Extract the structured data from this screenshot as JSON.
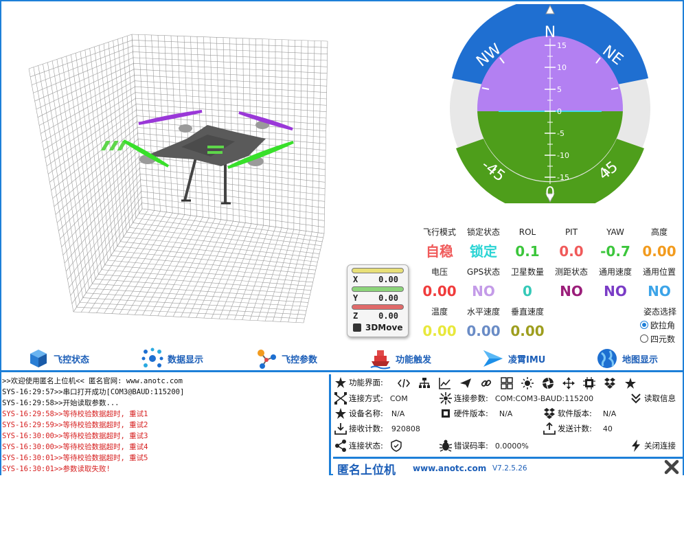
{
  "horizon": {
    "cardinals": [
      "N",
      "NE",
      "NW"
    ],
    "roll_labels": [
      "45",
      "-45",
      "0"
    ],
    "pitch_ticks": [
      "15",
      "10",
      "5",
      "0",
      "-5",
      "-10",
      "-15"
    ],
    "colors": {
      "sky": "#b380f2",
      "ground": "#4e9e1b",
      "ring_top": "#1f6fd1",
      "ring_bottom": "#4e9e1b",
      "ring_side": "#e8e8e8",
      "horizon_line": "#42d7f0"
    }
  },
  "telemetry": {
    "row1": [
      {
        "label": "飞行模式",
        "value": "自稳",
        "color": "#f05a5a"
      },
      {
        "label": "锁定状态",
        "value": "锁定",
        "color": "#2ad4d4"
      },
      {
        "label": "ROL",
        "value": "0.1",
        "color": "#3cc63c"
      },
      {
        "label": "PIT",
        "value": "0.0",
        "color": "#f05a5a"
      },
      {
        "label": "YAW",
        "value": "-0.7",
        "color": "#3cc63c"
      },
      {
        "label": "高度",
        "value": "0.00",
        "color": "#f29b1e"
      }
    ],
    "row2": [
      {
        "label": "电压",
        "value": "0.00",
        "color": "#f03c3c"
      },
      {
        "label": "GPS状态",
        "value": "NO",
        "color": "#c49be8"
      },
      {
        "label": "卫星数量",
        "value": "0",
        "color": "#35c9b8"
      },
      {
        "label": "测距状态",
        "value": "NO",
        "color": "#9b1e7a"
      },
      {
        "label": "通用速度",
        "value": "NO",
        "color": "#7a3cc6"
      },
      {
        "label": "通用位置",
        "value": "NO",
        "color": "#3ca4e8"
      }
    ],
    "row3": [
      {
        "label": "温度",
        "value": "0.00",
        "color": "#e8e83c"
      },
      {
        "label": "水平速度",
        "value": "0.00",
        "color": "#6a8cc6"
      },
      {
        "label": "垂直速度",
        "value": "0.00",
        "color": "#9e9e1e"
      }
    ]
  },
  "xyz": {
    "x_label": "X",
    "x_value": "0.00",
    "y_label": "Y",
    "y_value": "0.00",
    "z_label": "Z",
    "z_value": "0.00",
    "mode_label": "3DMove",
    "bar_colors": [
      "#e8e078",
      "#8cd47a",
      "#e06a6a"
    ]
  },
  "posture": {
    "title": "姿态选择",
    "options": [
      {
        "label": "欧拉角",
        "selected": true
      },
      {
        "label": "四元数",
        "selected": false
      }
    ]
  },
  "nav": [
    {
      "label": "飞控状态",
      "icon": "cube-icon"
    },
    {
      "label": "数据显示",
      "icon": "molecule-icon"
    },
    {
      "label": "飞控参数",
      "icon": "network-icon"
    },
    {
      "label": "功能触发",
      "icon": "ship-icon"
    },
    {
      "label": "凌霄IMU",
      "icon": "plane-arrow-icon"
    },
    {
      "label": "地图显示",
      "icon": "globe-icon"
    }
  ],
  "log": [
    {
      "text": ">>欢迎使用匿名上位机<<  匿名官网: www.anotc.com",
      "color": "#111111"
    },
    {
      "text": "SYS-16:29:57>>串口打开成功[COM3@BAUD:115200]",
      "color": "#111111"
    },
    {
      "text": "SYS-16:29:58>>开始读取参数...",
      "color": "#111111"
    },
    {
      "text": "SYS-16:29:58>>等待校验数据超时, 重试1",
      "color": "#d61e1e"
    },
    {
      "text": "SYS-16:29:59>>等待校验数据超时, 重试2",
      "color": "#d61e1e"
    },
    {
      "text": "SYS-16:30:00>>等待校验数据超时, 重试3",
      "color": "#d61e1e"
    },
    {
      "text": "SYS-16:30:00>>等待校验数据超时, 重试4",
      "color": "#d61e1e"
    },
    {
      "text": "SYS-16:30:01>>等待校验数据超时, 重试5",
      "color": "#d61e1e"
    },
    {
      "text": "SYS-16:30:01>>参数读取失败!",
      "color": "#d61e1e"
    }
  ],
  "control": {
    "func_label": "功能界面:",
    "conn_mode_label": "连接方式:",
    "conn_mode": "COM",
    "conn_param_label": "连接参数:",
    "conn_param": "COM:COM3-BAUD:115200",
    "read_info": "读取信息",
    "device_label": "设备名称:",
    "device": "N/A",
    "hw_label": "硬件版本:",
    "hw": "N/A",
    "sw_label": "软件版本:",
    "sw": "N/A",
    "rx_label": "接收计数:",
    "rx": "920808",
    "tx_label": "发送计数:",
    "tx": "40",
    "conn_state_label": "连接状态:",
    "err_label": "错误码率:",
    "err": "0.0000%",
    "close_conn": "关闭连接"
  },
  "brand": {
    "name": "匿名上位机",
    "url": "www.anotc.com",
    "version": "V7.2.5.26"
  }
}
